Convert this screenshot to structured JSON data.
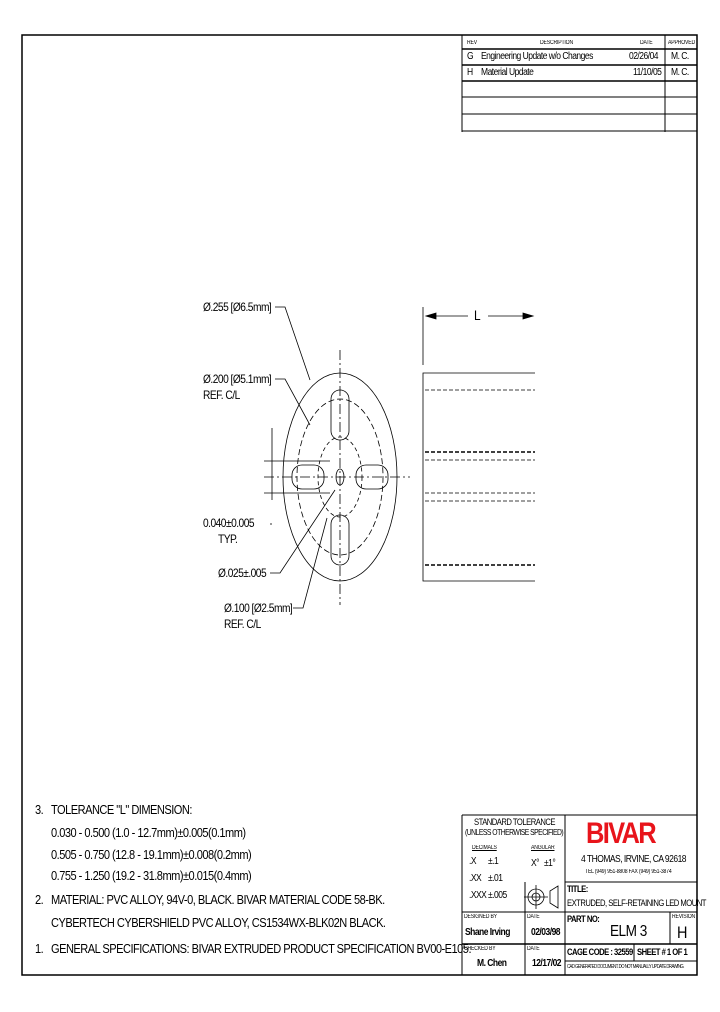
{
  "revision_block": {
    "headers": {
      "rev": "REV",
      "description": "DESCRIPTION",
      "date": "DATE",
      "approved": "APPROVED"
    },
    "rows": [
      {
        "rev": "G",
        "description": "Engineering Update w/o Changes",
        "date": "02/26/04",
        "approved": "M. C."
      },
      {
        "rev": "H",
        "description": "Material Update",
        "date": "11/10/05",
        "approved": "M. C."
      }
    ]
  },
  "drawing": {
    "d_outer": "Ø.255 [Ø6.5mm]",
    "d_bolt": "Ø.200 [Ø5.1mm]",
    "ref_cl_1": "REF. C/L",
    "slot": "0.040±0.005",
    "typ": "TYP.",
    "d_center": "Ø.025±.005",
    "d_inner": "Ø.100 [Ø2.5mm]",
    "ref_cl_2": "REF. C/L",
    "length_label": "L"
  },
  "notes": [
    {
      "num": "3.",
      "lines": [
        "TOLERANCE \"L\" DIMENSION:",
        "0.030 - 0.500 (1.0 - 12.7mm)±0.005(0.1mm)",
        "0.505 - 0.750 (12.8 - 19.1mm)±0.008(0.2mm)",
        "0.755 - 1.250 (19.2 - 31.8mm)±0.015(0.4mm)"
      ]
    },
    {
      "num": "2.",
      "lines": [
        "MATERIAL: PVC ALLOY, 94V-0, BLACK. BIVAR MATERIAL CODE 58-BK.",
        "CYBERTECH CYBERSHIELD PVC ALLOY, CS1534WX-BLK02N BLACK."
      ]
    },
    {
      "num": "1.",
      "lines": [
        "GENERAL SPECIFICATIONS: BIVAR EXTRUDED PRODUCT SPECIFICATION BV00-E105."
      ]
    }
  ],
  "title_block": {
    "std_tol": "STANDARD TOLERANCE",
    "unless": "(UNLESS OTHERWISE SPECIFIED)",
    "decimals": "DECIMALS",
    "angular": "ANGULAR",
    "tol": [
      [
        ".X",
        "±.1"
      ],
      [
        ".XX",
        "±.01"
      ],
      [
        ".XXX",
        "±.005"
      ]
    ],
    "ang": [
      "X°",
      "±1°"
    ],
    "logo": "BIVAR",
    "logo_color": "#e8141b",
    "address": "4 THOMAS, IRVINE, CA 92618",
    "phone": "TEL (949) 951-8808    FAX (949) 951-3874",
    "title_label": "TITLE:",
    "title": "EXTRUDED, SELF-RETAINING LED MOUNT",
    "designed_label": "DESIGNED BY",
    "designer": "Shane Irving",
    "date_label": "DATE",
    "design_date": "02/03/98",
    "checked_label": "CHECKED BY",
    "checker": "M. Chen",
    "check_date": "12/17/02",
    "part_label": "PART NO:",
    "part": "ELM 3",
    "rev_label": "REVISION",
    "rev": "H",
    "cage": "CAGE CODE : 32559",
    "sheet": "SHEET # 1 OF 1",
    "footer": "CAD GENERATED DOCUMENT.   DO NOT MANUALLY UPDATE DRAWING."
  }
}
